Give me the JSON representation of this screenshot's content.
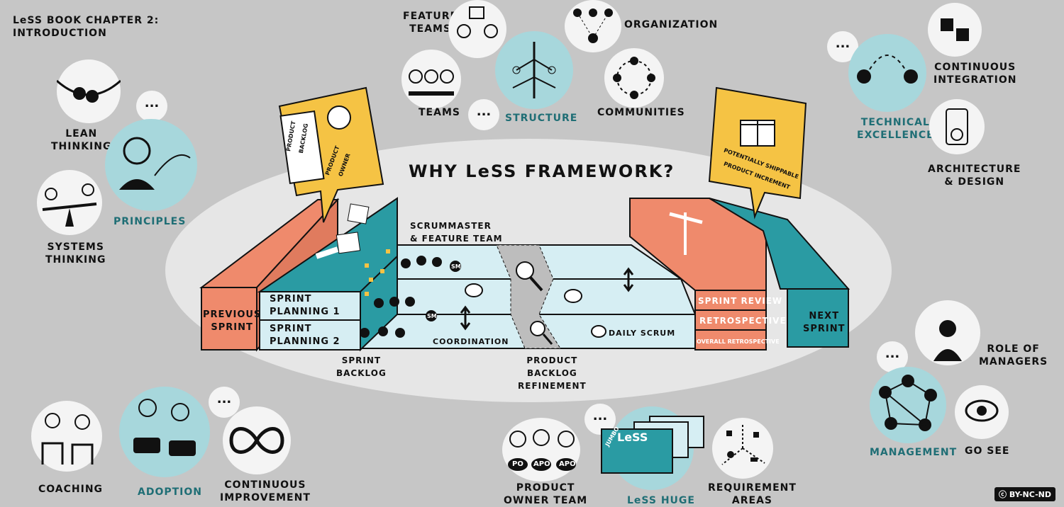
{
  "book_title": "LeSS BOOK CHAPTER 2:\nINTRODUCTION",
  "center_title": "WHY LeSS FRAMEWORK?",
  "topics": {
    "lean_thinking": "LEAN\nTHINKING",
    "systems_thinking": "SYSTEMS\nTHINKING",
    "principles": "PRINCIPLES",
    "feature_teams": "FEATURE\nTEAMS",
    "organization": "ORGANIZATION",
    "teams": "TEAMS",
    "structure": "STRUCTURE",
    "communities": "COMMUNITIES",
    "continuous_integration": "CONTINUOUS\nINTEGRATION",
    "technical_excellence": "TECHNICAL\nEXCELLENCE",
    "architecture_design": "ARCHITECTURE\n& DESIGN",
    "role_of_managers": "ROLE OF\nMANAGERS",
    "management": "MANAGEMENT",
    "go_see": "GO SEE",
    "coaching": "COACHING",
    "adoption": "ADOPTION",
    "continuous_improvement": "CONTINUOUS\nIMPROVEMENT",
    "product_owner_team": "PRODUCT\nOWNER TEAM",
    "less_huge": "LeSS HUGE",
    "requirement_areas": "REQUIREMENT\nAREAS"
  },
  "sprint": {
    "previous_sprint": "PREVIOUS\nSPRINT",
    "sprint_planning_1": "SPRINT\nPLANNING 1",
    "sprint_planning_2": "SPRINT\nPLANNING 2",
    "sprint_backlog": "SPRINT\nBACKLOG",
    "scrummaster_feature_team": "SCRUMMASTER\n& FEATURE TEAM",
    "coordination": "COORDINATION",
    "daily_scrum": "DAILY SCRUM",
    "product_backlog_refinement": "PRODUCT\nBACKLOG\nREFINEMENT",
    "sprint_review": "SPRINT REVIEW",
    "retrospective": "RETROSPECTIVE",
    "overall_retrospective": "OVERALL RETROSPECTIVE",
    "next_sprint": "NEXT\nSPRINT",
    "product_backlog": "PRODUCT\nBACKLOG",
    "product_owner": "PRODUCT\nOWNER",
    "potentially_shippable": "POTENTIALLY SHIPPABLE\nPRODUCT INCREMENT",
    "sm": "SM",
    "jumbo": "JUMBO",
    "less_box": "LeSS",
    "po": "PO",
    "apo": "APO"
  },
  "more": "...",
  "license": "BY-NC-ND",
  "colors": {
    "background": "#c6c6c6",
    "teal": "#2a9ba3",
    "light_teal": "#a7d7dc",
    "salmon": "#ef8a6c",
    "yellow": "#f5c344",
    "light_blue": "#d6eef3"
  }
}
